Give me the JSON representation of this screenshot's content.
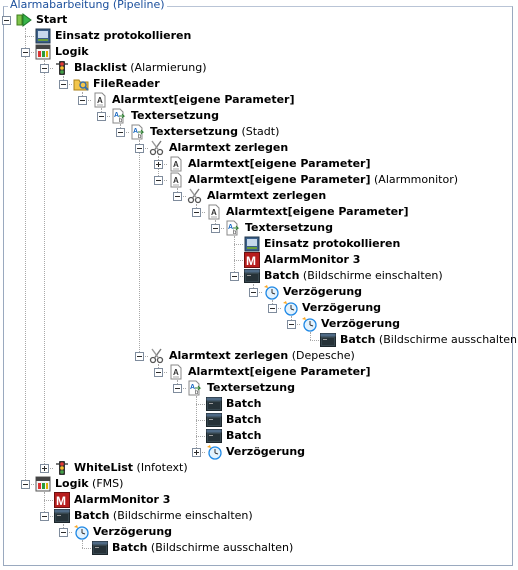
{
  "panel": {
    "title": "Alarmabarbeitung (Pipeline)"
  },
  "tree": [
    {
      "name": "Start",
      "sub": "",
      "icon": "start-icon",
      "depth": 0,
      "toggle": "minus",
      "last": true
    },
    {
      "name": "Einsatz protokollieren",
      "sub": "",
      "icon": "protocol-icon",
      "depth": 1,
      "toggle": null,
      "last": false
    },
    {
      "name": "Logik",
      "sub": "",
      "icon": "logic-icon",
      "depth": 1,
      "toggle": "minus",
      "last": false
    },
    {
      "name": "Blacklist",
      "sub": "(Alarmierung)",
      "icon": "traffic-light-icon",
      "depth": 2,
      "toggle": "minus",
      "last": false
    },
    {
      "name": "FileReader",
      "sub": "",
      "icon": "file-reader-icon",
      "depth": 3,
      "toggle": "minus",
      "last": true
    },
    {
      "name": "Alarmtext[eigene Parameter]",
      "sub": "",
      "icon": "text-parameter-icon",
      "depth": 4,
      "toggle": "minus",
      "last": true
    },
    {
      "name": "Textersetzung",
      "sub": "",
      "icon": "text-replace-icon",
      "depth": 5,
      "toggle": "minus",
      "last": true
    },
    {
      "name": "Textersetzung",
      "sub": "(Stadt)",
      "icon": "text-replace-icon",
      "depth": 6,
      "toggle": "minus",
      "last": true
    },
    {
      "name": "Alarmtext zerlegen",
      "sub": "",
      "icon": "scissors-icon",
      "depth": 7,
      "toggle": "minus",
      "last": false
    },
    {
      "name": "Alarmtext[eigene Parameter]",
      "sub": "",
      "icon": "text-parameter-icon",
      "depth": 8,
      "toggle": "plus",
      "last": false
    },
    {
      "name": "Alarmtext[eigene Parameter]",
      "sub": "(Alarmmonitor)",
      "icon": "text-parameter-icon",
      "depth": 8,
      "toggle": "minus",
      "last": true
    },
    {
      "name": "Alarmtext zerlegen",
      "sub": "",
      "icon": "scissors-icon",
      "depth": 9,
      "toggle": "minus",
      "last": true
    },
    {
      "name": "Alarmtext[eigene Parameter]",
      "sub": "",
      "icon": "text-parameter-icon",
      "depth": 10,
      "toggle": "minus",
      "last": true
    },
    {
      "name": "Textersetzung",
      "sub": "",
      "icon": "text-replace-icon",
      "depth": 11,
      "toggle": "minus",
      "last": true
    },
    {
      "name": "Einsatz protokollieren",
      "sub": "",
      "icon": "protocol-icon",
      "depth": 12,
      "toggle": null,
      "last": false
    },
    {
      "name": "AlarmMonitor 3",
      "sub": "",
      "icon": "alarm-monitor-icon",
      "depth": 12,
      "toggle": null,
      "last": false
    },
    {
      "name": "Batch",
      "sub": "(Bildschirme einschalten)",
      "icon": "batch-icon",
      "depth": 12,
      "toggle": "minus",
      "last": true
    },
    {
      "name": "Verzögerung",
      "sub": "",
      "icon": "delay-icon",
      "depth": 13,
      "toggle": "minus",
      "last": true
    },
    {
      "name": "Verzögerung",
      "sub": "",
      "icon": "delay-icon",
      "depth": 14,
      "toggle": "minus",
      "last": true
    },
    {
      "name": "Verzögerung",
      "sub": "",
      "icon": "delay-icon",
      "depth": 15,
      "toggle": "minus",
      "last": true
    },
    {
      "name": "Batch",
      "sub": "(Bildschirme ausschalten)",
      "icon": "batch-icon",
      "depth": 16,
      "toggle": null,
      "last": true
    },
    {
      "name": "Alarmtext zerlegen",
      "sub": "(Depesche)",
      "icon": "scissors-icon",
      "depth": 7,
      "toggle": "minus",
      "last": true
    },
    {
      "name": "Alarmtext[eigene Parameter]",
      "sub": "",
      "icon": "text-parameter-icon",
      "depth": 8,
      "toggle": "minus",
      "last": true
    },
    {
      "name": "Textersetzung",
      "sub": "",
      "icon": "text-replace-icon",
      "depth": 9,
      "toggle": "minus",
      "last": true
    },
    {
      "name": "Batch",
      "sub": "",
      "icon": "batch-icon",
      "depth": 10,
      "toggle": null,
      "last": false
    },
    {
      "name": "Batch",
      "sub": "",
      "icon": "batch-icon",
      "depth": 10,
      "toggle": null,
      "last": false
    },
    {
      "name": "Batch",
      "sub": "",
      "icon": "batch-icon",
      "depth": 10,
      "toggle": null,
      "last": false
    },
    {
      "name": "Verzögerung",
      "sub": "",
      "icon": "delay-icon",
      "depth": 10,
      "toggle": "plus",
      "last": true
    },
    {
      "name": "WhiteList",
      "sub": "(Infotext)",
      "icon": "traffic-light-icon",
      "depth": 2,
      "toggle": "plus",
      "last": true
    },
    {
      "name": "Logik",
      "sub": "(FMS)",
      "icon": "logic-icon",
      "depth": 1,
      "toggle": "minus",
      "last": true
    },
    {
      "name": "AlarmMonitor 3",
      "sub": "",
      "icon": "alarm-monitor-icon",
      "depth": 2,
      "toggle": null,
      "last": false
    },
    {
      "name": "Batch",
      "sub": "(Bildschirme einschalten)",
      "icon": "batch-icon",
      "depth": 2,
      "toggle": "minus",
      "last": true
    },
    {
      "name": "Verzögerung",
      "sub": "",
      "icon": "delay-icon",
      "depth": 3,
      "toggle": "minus",
      "last": true
    },
    {
      "name": "Batch",
      "sub": "(Bildschirme ausschalten)",
      "icon": "batch-icon",
      "depth": 4,
      "toggle": null,
      "last": true
    }
  ]
}
